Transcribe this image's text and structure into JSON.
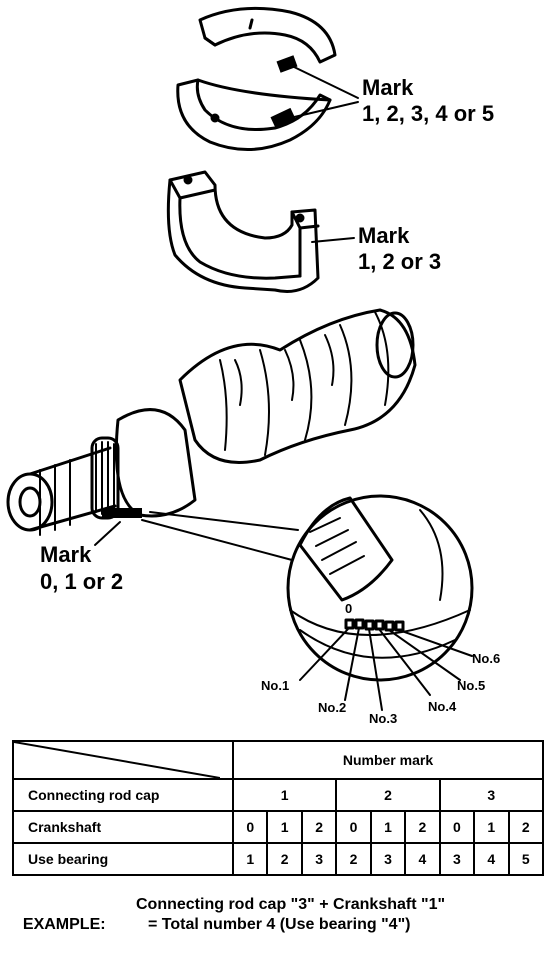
{
  "bearing_shell_label": {
    "title": "Mark",
    "values": "1, 2, 3, 4 or 5"
  },
  "rod_cap_label": {
    "title": "Mark",
    "values": "1, 2 or 3"
  },
  "crankshaft_label": {
    "title": "Mark",
    "values": "0, 1 or 2"
  },
  "detail": {
    "zero_mark": "0",
    "journals": [
      "No.1",
      "No.2",
      "No.3",
      "No.4",
      "No.5",
      "No.6"
    ]
  },
  "table": {
    "group_header": "Number mark",
    "rows": [
      {
        "label": "Connecting rod cap",
        "groups": [
          "1",
          "2",
          "3"
        ]
      },
      {
        "label": "Crankshaft",
        "values": [
          "0",
          "1",
          "2",
          "0",
          "1",
          "2",
          "0",
          "1",
          "2"
        ]
      },
      {
        "label": "Use bearing",
        "values": [
          "1",
          "2",
          "3",
          "2",
          "3",
          "4",
          "3",
          "4",
          "5"
        ]
      }
    ]
  },
  "example": {
    "label": "EXAMPLE:",
    "line1": "Connecting rod cap \"3\" + Crankshaft \"1\"",
    "line2": "= Total number 4 (Use bearing \"4\")"
  }
}
